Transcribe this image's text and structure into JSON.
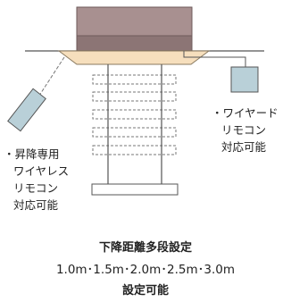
{
  "labels": {
    "wired_remote": {
      "line1": "・ワイヤード",
      "line2": "リモコン",
      "line3": "対応可能"
    },
    "wireless_remote": {
      "line1": "・昇降専用",
      "line2": "ワイヤレス",
      "line3": "リモコン",
      "line4": "対応可能"
    }
  },
  "caption": {
    "line1": "下降距離多段設定",
    "line2": "1.0m･1.5m･2.0m･2.5m･3.0m",
    "line3": "設定可能"
  },
  "colors": {
    "unit_body": "#a89090",
    "unit_base": "#8c7575",
    "grille": "#f6dfbd",
    "remote": "#b9d0d8",
    "line": "#555555"
  }
}
